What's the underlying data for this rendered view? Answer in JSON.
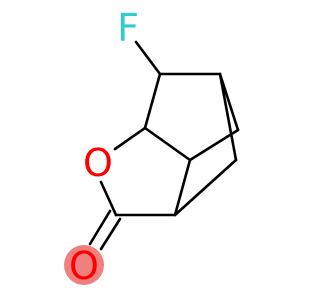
{
  "molecule": {
    "atoms": [
      {
        "symbol": "F",
        "color": "#33cccc",
        "highlight": false
      },
      {
        "symbol": "O",
        "color": "#ff0000",
        "highlight": false
      },
      {
        "symbol": "O",
        "color": "#ff0000",
        "highlight": true,
        "highlight_color": "#f08080"
      }
    ],
    "bond_color": "#000000"
  }
}
